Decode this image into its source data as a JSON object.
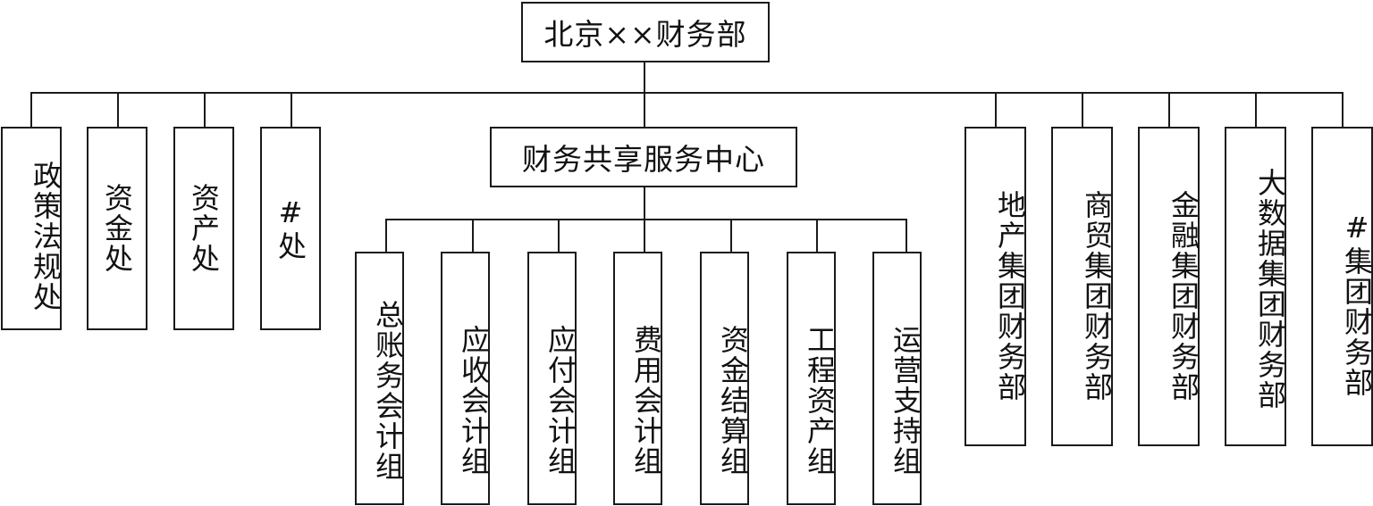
{
  "root": {
    "label": "北京××财务部"
  },
  "level1_left": [
    {
      "label": "政策法规处"
    },
    {
      "label": "资金处"
    },
    {
      "label": "资产处"
    },
    {
      "label": "#处"
    }
  ],
  "ssc": {
    "label": "财务共享服务中心",
    "groups": [
      {
        "label": "总账务会计组"
      },
      {
        "label": "应收会计组"
      },
      {
        "label": "应付会计组"
      },
      {
        "label": "费用会计组"
      },
      {
        "label": "资金结算组"
      },
      {
        "label": "工程资产组"
      },
      {
        "label": "运营支持组"
      }
    ]
  },
  "level1_right": [
    {
      "label": "地产集团财务部"
    },
    {
      "label": "商贸集团财务部"
    },
    {
      "label": "金融集团财务部"
    },
    {
      "label": "大数据集团财务部"
    },
    {
      "label": "#集团财务部"
    }
  ]
}
